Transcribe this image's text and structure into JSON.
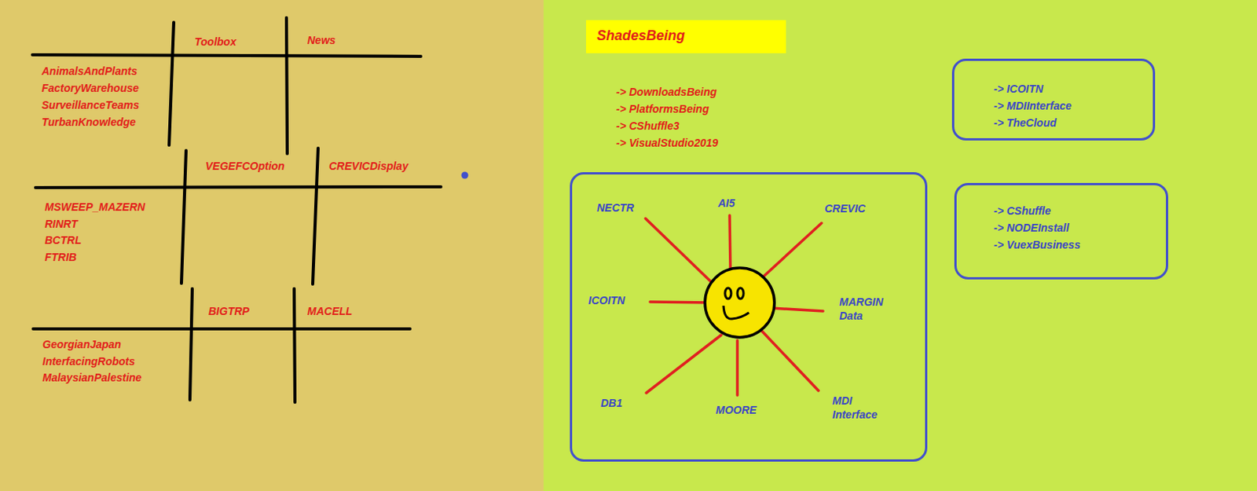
{
  "diagram": {
    "nodes": [
      {
        "text": [
          "ShadesBeing"
        ]
      },
      {
        "text": [
          "-> ICOITN",
          "-> MDIInterface",
          "-> TheCloud"
        ]
      },
      {
        "text": [
          "NECTR",
          "AI5",
          "CREVIC",
          "ICOITN",
          "MARGIN Data",
          "DB1",
          "MOORE",
          "MDI Interface"
        ]
      },
      {
        "text": [
          "-> CShuffle",
          "-> NODEInstall",
          "-> VuexBusiness"
        ]
      }
    ],
    "labels": [
      "Toolbox",
      "News",
      "AnimalsAndPlants",
      "FactoryWarehouse",
      "SurveillanceTeams",
      "TurbanKnowledge",
      "VEGEFCOption",
      "CREVICDisplay",
      "MSWEEP_MAZERN",
      "RINRT",
      "BCTRL",
      "FTRIB",
      "BIGTRP",
      "MACELL",
      "GeorgianJapan",
      "InterfacingRobots",
      "MalaysianPalestine",
      "-> DownloadsBeing",
      "-> PlatformsBeing",
      "-> CShuffle3",
      "-> VisualStudio2019"
    ]
  }
}
